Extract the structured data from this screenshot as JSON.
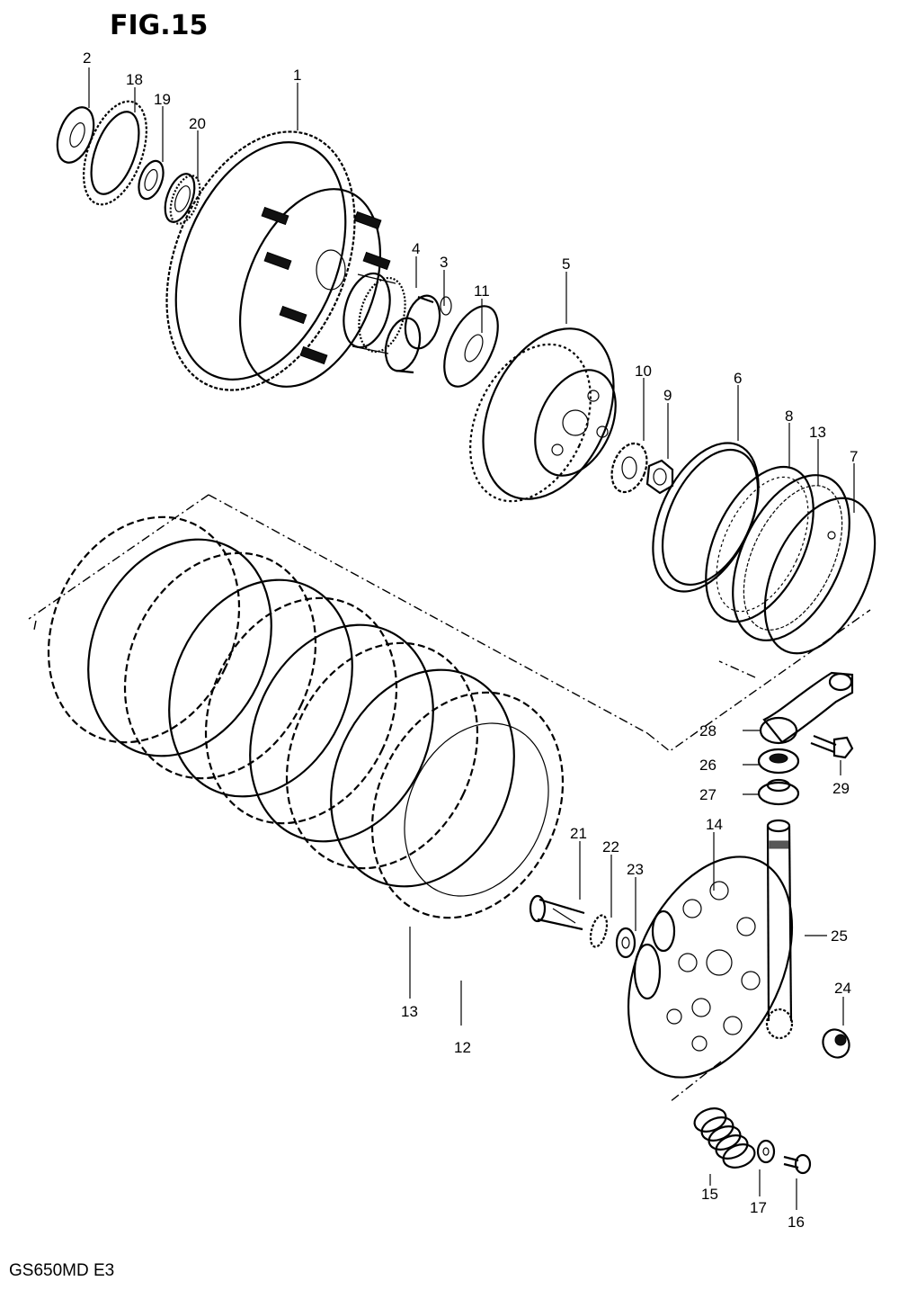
{
  "figure": {
    "title": "FIG.15",
    "model_code": "GS650MD E3"
  },
  "callouts": [
    {
      "id": "c1",
      "label": "1"
    },
    {
      "id": "c2",
      "label": "2"
    },
    {
      "id": "c3",
      "label": "3"
    },
    {
      "id": "c4",
      "label": "4"
    },
    {
      "id": "c5",
      "label": "5"
    },
    {
      "id": "c6",
      "label": "6"
    },
    {
      "id": "c7",
      "label": "7"
    },
    {
      "id": "c8",
      "label": "8"
    },
    {
      "id": "c9",
      "label": "9"
    },
    {
      "id": "c10",
      "label": "10"
    },
    {
      "id": "c11",
      "label": "11"
    },
    {
      "id": "c12",
      "label": "12"
    },
    {
      "id": "c13a",
      "label": "13"
    },
    {
      "id": "c13b",
      "label": "13"
    },
    {
      "id": "c14",
      "label": "14"
    },
    {
      "id": "c15",
      "label": "15"
    },
    {
      "id": "c16",
      "label": "16"
    },
    {
      "id": "c17",
      "label": "17"
    },
    {
      "id": "c18",
      "label": "18"
    },
    {
      "id": "c19",
      "label": "19"
    },
    {
      "id": "c20",
      "label": "20"
    },
    {
      "id": "c21",
      "label": "21"
    },
    {
      "id": "c22",
      "label": "22"
    },
    {
      "id": "c23",
      "label": "23"
    },
    {
      "id": "c24",
      "label": "24"
    },
    {
      "id": "c25",
      "label": "25"
    },
    {
      "id": "c26",
      "label": "26"
    },
    {
      "id": "c27",
      "label": "27"
    },
    {
      "id": "c28",
      "label": "28"
    },
    {
      "id": "c29",
      "label": "29"
    }
  ]
}
